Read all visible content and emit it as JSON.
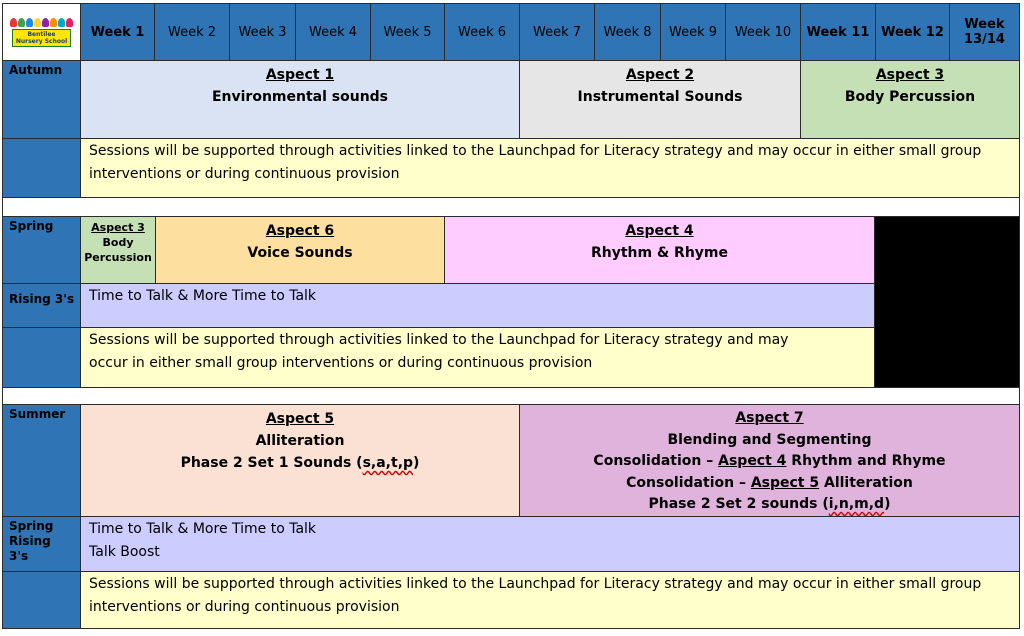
{
  "logo": {
    "line1": "Bentilee",
    "line2": "Nursery School",
    "kid_colors": [
      "#e53935",
      "#43a047",
      "#1e88e5",
      "#fdd835",
      "#8e24aa",
      "#fb8c00",
      "#00acc1",
      "#e91e63"
    ]
  },
  "weeks": [
    "Week 1",
    "Week 2",
    "Week 3",
    "Week 4",
    "Week 5",
    "Week 6",
    "Week 7",
    "Week 8",
    "Week 9",
    "Week 10",
    "Week 11",
    "Week 12",
    "Week 13/14"
  ],
  "rows": {
    "autumn": "Autumn",
    "spring": "Spring",
    "rising": "Rising 3's",
    "summer": "Summer",
    "spring_rising": "Spring Rising 3's"
  },
  "autumn": {
    "a1": {
      "title": "Aspect 1",
      "name": "Environmental sounds"
    },
    "a2": {
      "title": "Aspect 2",
      "name": "Instrumental Sounds"
    },
    "a3": {
      "title": "Aspect 3",
      "name": "Body Percussion"
    },
    "note": "Sessions will be supported through activities linked to the Launchpad for Literacy strategy and may occur in either small group interventions or during continuous provision"
  },
  "spring": {
    "a3": {
      "title": "Aspect 3",
      "line1": "Body",
      "line2": "Percussion"
    },
    "a6": {
      "title": "Aspect 6",
      "name": "Voice Sounds"
    },
    "a4": {
      "title": "Aspect 4",
      "name": "Rhythm & Rhyme"
    },
    "rising_text": "Time to Talk & More Time to Talk",
    "note_line1": "Sessions will be supported through activities linked to the Launchpad for Literacy strategy and may",
    "note_line2": "occur in either small group interventions or during continuous provision"
  },
  "summer": {
    "a5": {
      "title": "Aspect 5",
      "name": "Alliteration",
      "phase_pre": "Phase 2 Set 1 Sounds (",
      "phase_sounds": "s,a,t,p",
      "phase_post": ")"
    },
    "a7": {
      "title": "Aspect 7",
      "name": "Blending and Segmenting",
      "c1_pre": "Consolidation – ",
      "c1_asp": "Aspect 4",
      "c1_post": " Rhythm and Rhyme",
      "c2_pre": "Consolidation – ",
      "c2_asp": "Aspect 5",
      "c2_post": " Alliteration",
      "phase_pre": "Phase 2 Set 2 sounds (",
      "phase_sounds": "i,n,m,d",
      "phase_post": ")"
    },
    "talk1": "Time to Talk & More Time to Talk",
    "talk2": "Talk Boost",
    "note": "Sessions will be supported through activities linked to the Launchpad for Literacy strategy and may occur in either small group interventions or during continuous provision"
  },
  "colors": {
    "header": "#2f75b5",
    "aspect1": "#dae3f3",
    "aspect2": "#e6e6e6",
    "aspect3": "#c5e0b4",
    "aspect6": "#fde09f",
    "aspect4": "#ffccff",
    "aspect5": "#fbe0d4",
    "aspect7": "#e0b3dc",
    "note": "#ffffcc",
    "talk": "#ccccff",
    "blocked": "#000000"
  }
}
